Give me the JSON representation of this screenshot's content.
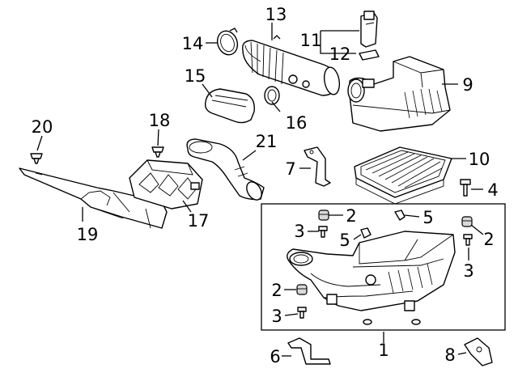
{
  "diagram": {
    "callouts": {
      "c1": "1",
      "c2a": "2",
      "c2b": "2",
      "c2c": "2",
      "c3a": "3",
      "c3b": "3",
      "c3c": "3",
      "c4": "4",
      "c5a": "5",
      "c5b": "5",
      "c6": "6",
      "c7": "7",
      "c8": "8",
      "c9": "9",
      "c10": "10",
      "c11": "11",
      "c12": "12",
      "c13": "13",
      "c14": "14",
      "c15": "15",
      "c16": "16",
      "c17": "17",
      "c18": "18",
      "c19": "19",
      "c20": "20",
      "c21": "21"
    },
    "colors": {
      "line": "#000000",
      "background": "#ffffff",
      "fill_shade": "#d9d9d9"
    },
    "parts": [
      "air-cleaner-housing-lower",
      "grommet",
      "bolt",
      "bolt-short",
      "clip",
      "bracket-lower-left",
      "bracket-upper",
      "bracket-right",
      "air-cleaner-cover",
      "air-filter-element",
      "sensor-assembly",
      "sensor-seal",
      "intake-tube",
      "hose-clamp",
      "resonator",
      "clamp-small",
      "resonator-duct",
      "push-clip",
      "air-guide-panel",
      "push-clip-small",
      "intake-duct"
    ]
  }
}
